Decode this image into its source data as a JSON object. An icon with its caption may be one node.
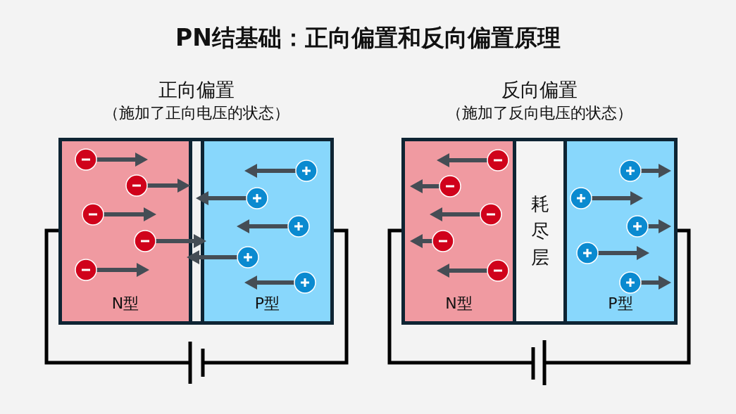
{
  "diagram": {
    "title": "PN结基础：正向偏置和反向偏置原理",
    "nodes": [
      {
        "text": [
          "正向偏置",
          "（施加了正向电压的状态）"
        ]
      },
      {
        "text": [
          "N型"
        ],
        "in": 0
      },
      {
        "text": [],
        "shape": "bar",
        "in": 0
      },
      {
        "text": [
          "P型"
        ],
        "in": 0
      },
      {
        "text": [
          "反向偏置",
          "（施加了反向电压的状态）"
        ]
      },
      {
        "text": [
          "N型"
        ],
        "in": 4
      },
      {
        "text": [
          "耗尽层"
        ],
        "in": 4
      },
      {
        "text": [
          "P型"
        ],
        "in": 4
      }
    ]
  }
}
